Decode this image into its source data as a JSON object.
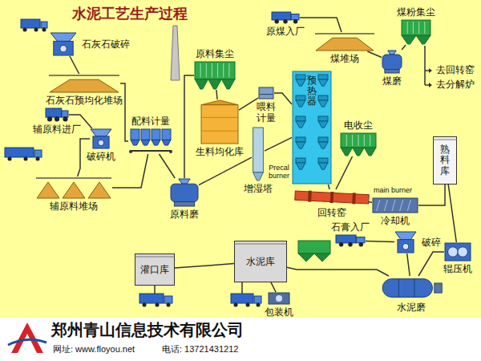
{
  "diagram": {
    "title": "水泥工艺生产过程",
    "nodes": [
      {
        "text": [
          "石灰石破碎"
        ]
      },
      {
        "text": [
          "石灰石预均化堆场"
        ]
      },
      {
        "text": [
          "辅原料进厂"
        ]
      },
      {
        "text": [
          "破碎机"
        ]
      },
      {
        "text": [
          "辅原料堆场"
        ]
      },
      {
        "text": [
          "配料计量"
        ]
      },
      {
        "text": [
          "原料磨"
        ]
      },
      {
        "text": [
          "原料集尘"
        ]
      },
      {
        "text": [
          "生料均化库"
        ]
      },
      {
        "text": [
          "喂料计量"
        ]
      },
      {
        "text": [
          "增湿塔"
        ]
      },
      {
        "text": [
          "预热器"
        ]
      },
      {
        "text": [
          "回转窑"
        ]
      },
      {
        "text": [
          "冷却机"
        ]
      },
      {
        "text": [
          "电收尘"
        ]
      },
      {
        "text": [
          "熟料库"
        ]
      },
      {
        "text": [
          "原煤入厂"
        ]
      },
      {
        "text": [
          "煤堆场"
        ]
      },
      {
        "text": [
          "煤粉集尘"
        ]
      },
      {
        "text": [
          "煤磨"
        ]
      },
      {
        "text": [
          "石膏入厂"
        ]
      },
      {
        "text": [
          "破碎"
        ]
      },
      {
        "text": [
          "辊压机"
        ]
      },
      {
        "text": [
          "水泥磨"
        ]
      },
      {
        "text": [
          "水泥库"
        ]
      },
      {
        "text": [
          "灌口库"
        ]
      },
      {
        "text": [
          "包装机"
        ]
      }
    ],
    "edges": [
      {
        "from": 0,
        "to": 1,
        "arrow": "none"
      },
      {
        "from": 1,
        "to": 5,
        "arrow": "none"
      },
      {
        "from": 2,
        "to": 3,
        "arrow": "none"
      },
      {
        "from": 3,
        "to": 4,
        "arrow": "none"
      },
      {
        "from": 4,
        "to": 5,
        "arrow": "none"
      },
      {
        "from": 5,
        "to": 6,
        "arrow": "none"
      },
      {
        "from": 6,
        "to": 7,
        "arrow": "none"
      },
      {
        "from": 7,
        "to": 8,
        "arrow": "none"
      },
      {
        "from": 8,
        "to": 9,
        "arrow": "none"
      },
      {
        "from": 9,
        "to": 11,
        "arrow": "none"
      },
      {
        "from": 11,
        "to": 10,
        "arrow": "none"
      },
      {
        "from": 10,
        "to": 6,
        "arrow": "none"
      },
      {
        "from": 11,
        "to": 12,
        "arrow": "none"
      },
      {
        "from": 12,
        "to": 13,
        "arrow": "none"
      },
      {
        "from": 12,
        "to": 14,
        "arrow": "none"
      },
      {
        "from": 13,
        "to": 15,
        "arrow": "none"
      },
      {
        "from": 15,
        "to": 22,
        "arrow": "none"
      },
      {
        "from": 16,
        "to": 17,
        "arrow": "none"
      },
      {
        "from": 17,
        "to": 19,
        "arrow": "none"
      },
      {
        "from": 19,
        "to": 18,
        "arrow": "none"
      },
      {
        "from": 20,
        "to": 21,
        "arrow": "none"
      },
      {
        "from": 21,
        "to": 23,
        "arrow": "none"
      },
      {
        "from": 22,
        "to": 23,
        "arrow": "none"
      },
      {
        "from": 23,
        "to": 24,
        "arrow": "none"
      },
      {
        "from": 24,
        "to": 25,
        "arrow": "none"
      },
      {
        "from": 24,
        "to": 26,
        "arrow": "none"
      }
    ],
    "labels": [
      "Precal burner",
      "main burner",
      "去回转窑",
      "去分解炉",
      "郑州青山信息技术有限公司",
      "网址: www.floyou.net",
      "电话: 13721431212"
    ]
  }
}
